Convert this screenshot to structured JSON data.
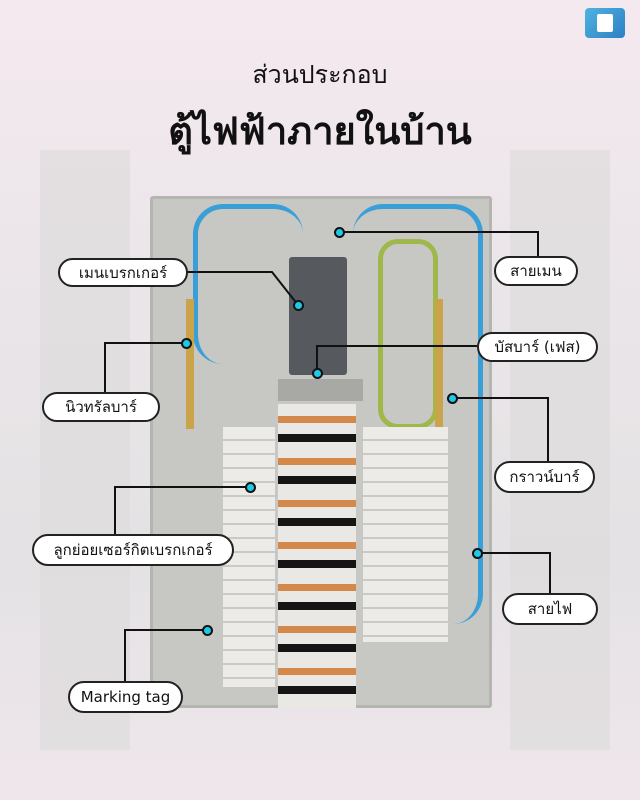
{
  "title": {
    "line1": "ส่วนประกอบ",
    "line2": "ตู้ไฟฟ้าภายในบ้าน"
  },
  "labels": {
    "main_breaker": "เมนเบรกเกอร์",
    "neutral_bar": "นิวทรัลบาร์",
    "branch_breaker": "ลูกย่อยเซอร์กิตเบรกเกอร์",
    "marking_tag": "Marking tag",
    "main_wire": "สายเมน",
    "busbar_phase": "บัสบาร์ (เฟส)",
    "ground_bar": "กราวน์บาร์",
    "wire": "สายไฟ"
  },
  "colors": {
    "accent_dot": "#1ec9e8",
    "wire_blue": "#3a9fd6"
  }
}
